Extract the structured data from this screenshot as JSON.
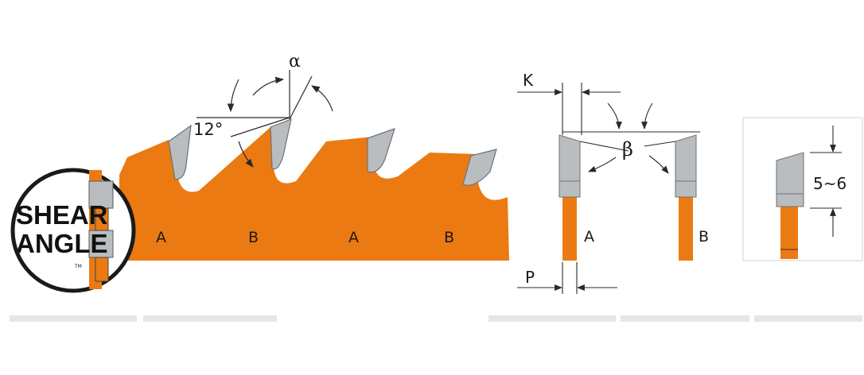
{
  "colors": {
    "blade": "#EC7A12",
    "tooth": "#B9BDC0",
    "tooth_edge": "#6E7276",
    "line": "#2A2A2A",
    "shadow": "#8A8A8A",
    "divider": "#E6E6E6"
  },
  "logo": {
    "line1": "SHEAR",
    "line2": "ANGLE",
    "mark": "TM"
  },
  "blade_profile": {
    "angle_label": "12°",
    "alpha_label": "α",
    "tooth_labels": [
      "A",
      "B",
      "A",
      "B"
    ]
  },
  "front_view": {
    "k_label": "K",
    "p_label": "P",
    "beta_label": "β",
    "tooth_a_label": "A",
    "tooth_b_label": "B"
  },
  "side_view": {
    "height_label": "5~6"
  }
}
